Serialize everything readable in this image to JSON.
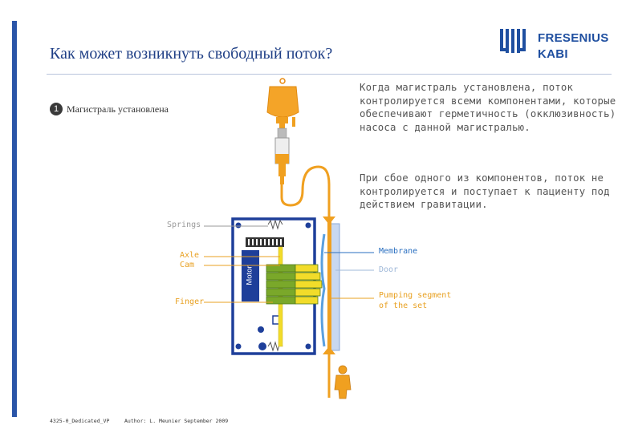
{
  "slide": {
    "title": "Как может возникнуть свободный поток?",
    "step_number": "1",
    "step_label": "Магистраль установлена",
    "paragraph1": "Когда магистраль установлена, поток контролируется всеми компонентами, которые обеспечивают герметичность (окклюзивность) насоса с данной магистралью.",
    "paragraph2": "При сбое одного из компонентов, поток не контролируется и поступает к пациенту под действием гравитации."
  },
  "logo": {
    "line1": "FRESENIUS",
    "line2": "KABI",
    "color": "#1f4fa0"
  },
  "diagram_labels": {
    "springs": "Springs",
    "axle": "Axle",
    "cam": "Cam",
    "finger": "Finger",
    "motor": "Motor",
    "membrane": "Membrane",
    "door": "Door",
    "pumping_segment_1": "Pumping segment",
    "pumping_segment_2": "of the set"
  },
  "footer": {
    "code": "4325-0_Dedicated_VP",
    "author": "Author: L. Meunier  September 2009"
  },
  "colors": {
    "accent_blue": "#2a55a8",
    "pump_blue": "#1e3f9a",
    "orange": "#f0a020",
    "finger_green": "#7aa82a",
    "finger_yellow": "#f2dc2a"
  }
}
